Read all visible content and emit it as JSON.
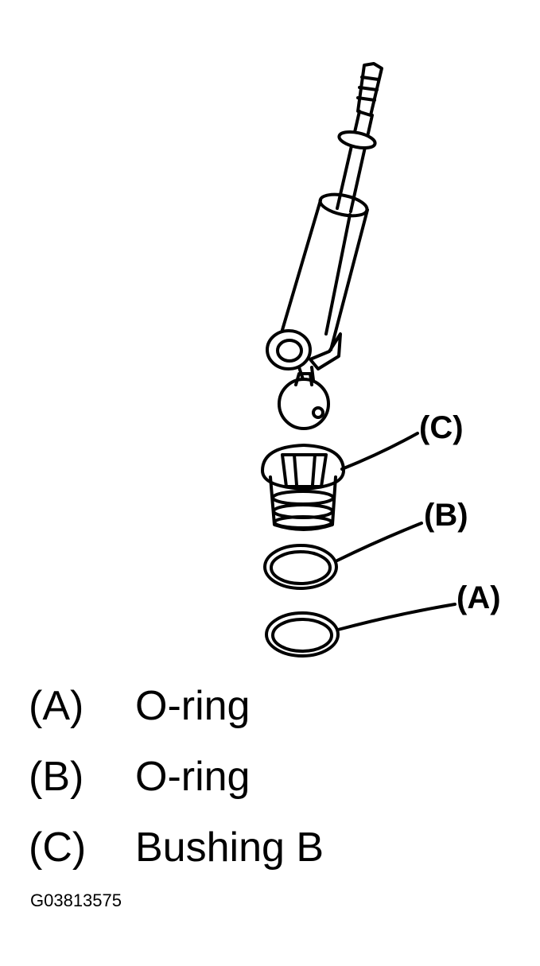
{
  "callouts": {
    "c": "(C)",
    "b": "(B)",
    "a": "(A)"
  },
  "legend": [
    {
      "key": "(A)",
      "label": "O-ring"
    },
    {
      "key": "(B)",
      "label": "O-ring"
    },
    {
      "key": "(C)",
      "label": "Bushing B"
    }
  ],
  "figure_id": "G03813575"
}
